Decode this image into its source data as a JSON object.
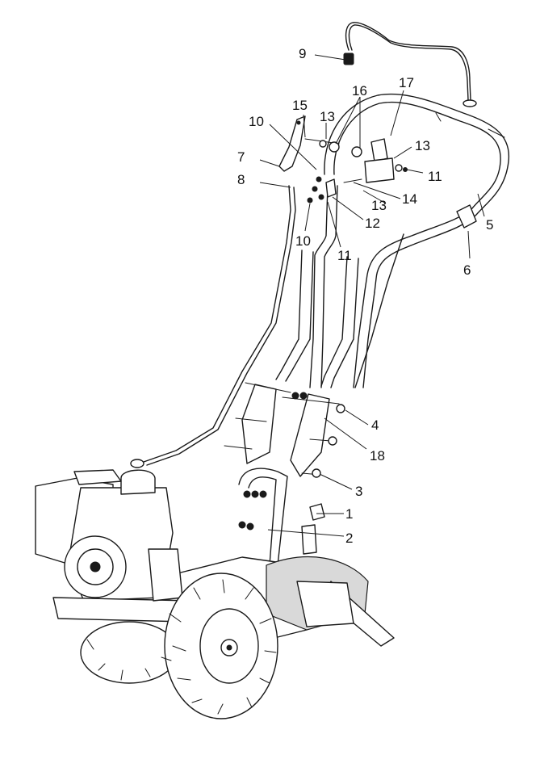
{
  "callouts": [
    {
      "id": "c1",
      "label": "1"
    },
    {
      "id": "c2",
      "label": "2"
    },
    {
      "id": "c3",
      "label": "3"
    },
    {
      "id": "c4",
      "label": "4"
    },
    {
      "id": "c5",
      "label": "5"
    },
    {
      "id": "c6",
      "label": "6"
    },
    {
      "id": "c7",
      "label": "7"
    },
    {
      "id": "c8",
      "label": "8"
    },
    {
      "id": "c9",
      "label": "9"
    },
    {
      "id": "c10a",
      "label": "10"
    },
    {
      "id": "c10b",
      "label": "10"
    },
    {
      "id": "c11a",
      "label": "11"
    },
    {
      "id": "c11b",
      "label": "11"
    },
    {
      "id": "c12",
      "label": "12"
    },
    {
      "id": "c13a",
      "label": "13"
    },
    {
      "id": "c13b",
      "label": "13"
    },
    {
      "id": "c13c",
      "label": "13"
    },
    {
      "id": "c14",
      "label": "14"
    },
    {
      "id": "c15",
      "label": "15"
    },
    {
      "id": "c16",
      "label": "16"
    },
    {
      "id": "c17",
      "label": "17"
    },
    {
      "id": "c18",
      "label": "18"
    }
  ]
}
